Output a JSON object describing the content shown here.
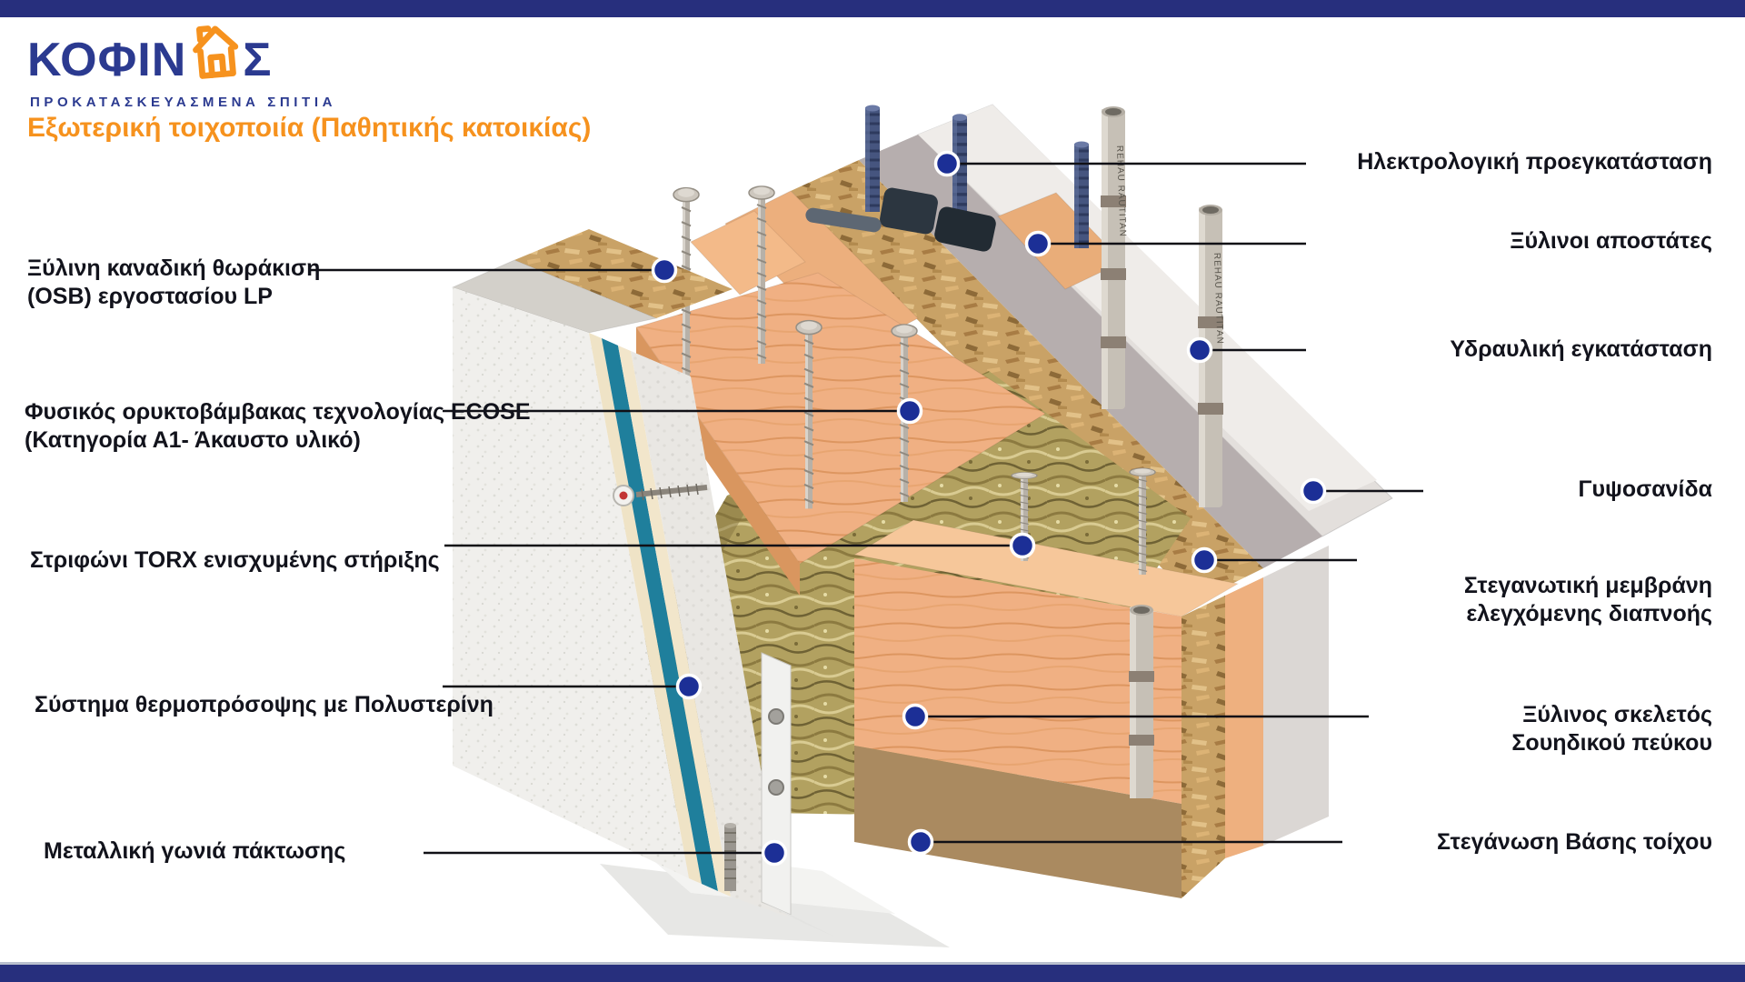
{
  "page": {
    "bar_navy": "#272f7d",
    "background": "#ffffff"
  },
  "logo": {
    "brand_left": "ΚΟΦΙΝ",
    "brand_right": "Σ",
    "subtitle": "ΠΡΟΚΑΤΑΣΚΕΥΑΣΜΕΝΑ ΣΠΙΤΙΑ",
    "brand_blue": "#2b3a90",
    "accent_orange": "#f6921e"
  },
  "title": {
    "text": "Εξωτερική τοιχοποιία (Παθητικής κατοικίας)",
    "color": "#f6921e"
  },
  "diagram": {
    "marker_blue": "#1c2f96",
    "leader_line_color": "#101016",
    "pipe_brand": "REHAU RAUTITAN",
    "labels_left": [
      {
        "id": "osb-sheathing",
        "lines": [
          "Ξύλινη καναδική θωράκιση",
          "(OSB) εργοστασίου LP"
        ]
      },
      {
        "id": "mineral-wool",
        "lines": [
          "Φυσικός ορυκτοβάμβακας τεχνολογίας ECOSE",
          "(Κατηγορία Α1- Άκαυστο υλικό)"
        ]
      },
      {
        "id": "torx-screw",
        "lines": [
          "Στριφώνι TORX ενισχυμένης στήριξης"
        ]
      },
      {
        "id": "thermal-facade",
        "lines": [
          "Σύστημα θερμοπρόσοψης  με Πολυστερίνη"
        ]
      },
      {
        "id": "metal-angle",
        "lines": [
          "Μεταλλική γωνιά πάκτωσης"
        ]
      }
    ],
    "labels_right": [
      {
        "id": "electrical",
        "lines": [
          "Ηλεκτρολογική προεγκατάσταση"
        ]
      },
      {
        "id": "wooden-spacers",
        "lines": [
          "Ξύλινοι αποστάτες"
        ]
      },
      {
        "id": "plumbing",
        "lines": [
          "Υδραυλική εγκατάσταση"
        ]
      },
      {
        "id": "gypsum-board",
        "lines": [
          "Γυψοσανίδα"
        ]
      },
      {
        "id": "vapor-membrane",
        "lines": [
          "Στεγανωτική μεμβράνη",
          "ελεγχόμενης διαπνοής"
        ]
      },
      {
        "id": "timber-frame",
        "lines": [
          "Ξύλινος σκελετός",
          "Σουηδικού πεύκου"
        ]
      },
      {
        "id": "base-waterproofing",
        "lines": [
          "Στεγάνωση Βάσης τοίχου"
        ]
      }
    ]
  }
}
